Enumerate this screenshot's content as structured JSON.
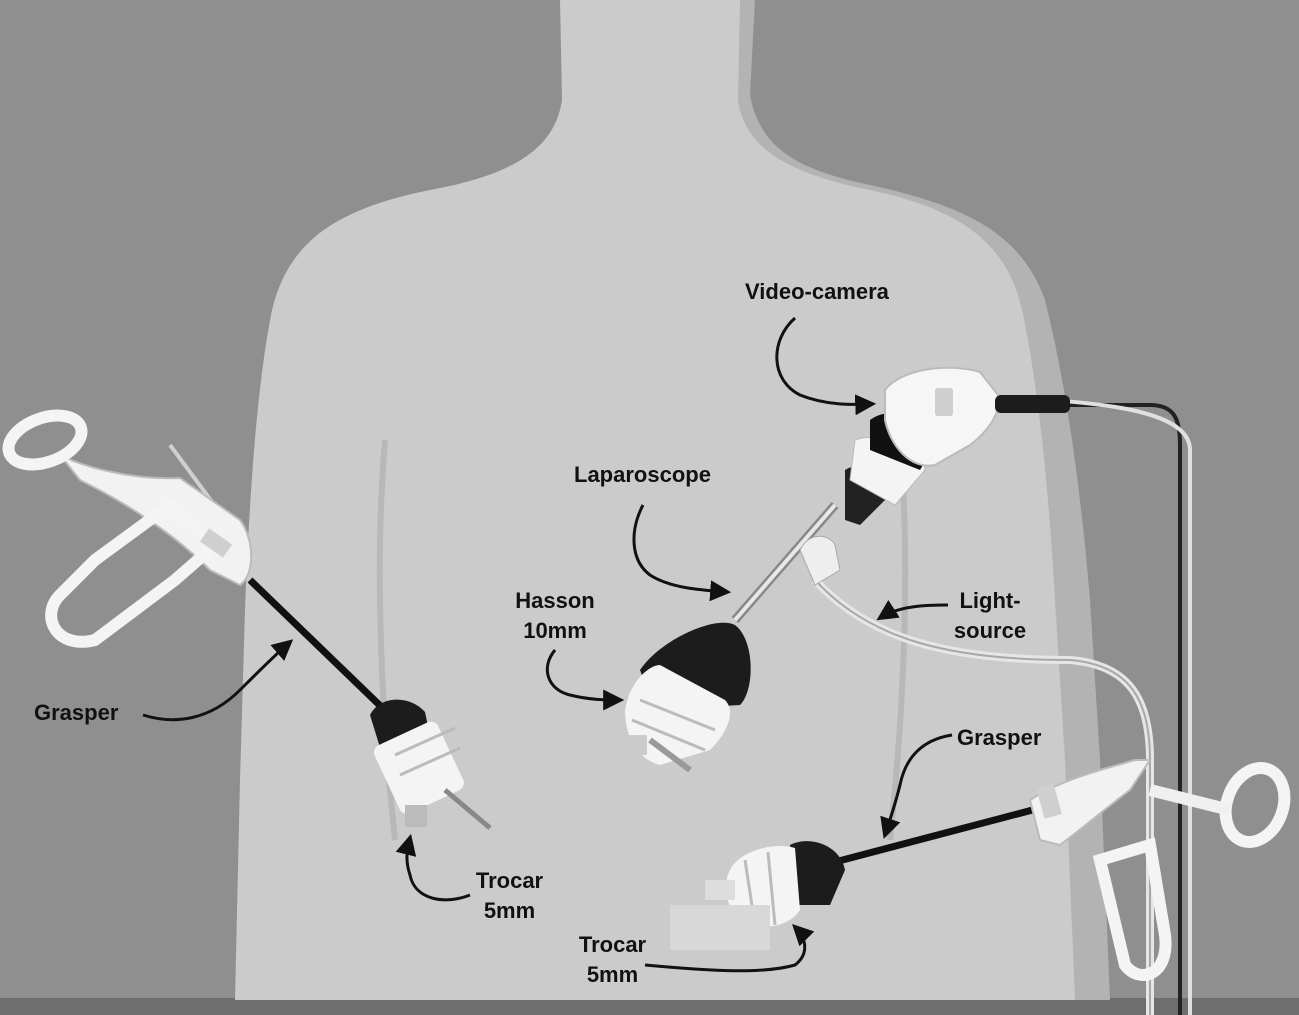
{
  "colors": {
    "background": "#8f8f8f",
    "body": "#c9c9c9",
    "body_shadow": "#b0b0b0",
    "instrument_white": "#f4f4f4",
    "instrument_dark": "#1c1c1c",
    "label_text": "#111111"
  },
  "labels": {
    "video_camera": "Video-camera",
    "laparoscope": "Laparoscope",
    "hasson_1": "Hasson",
    "hasson_2": "10mm",
    "light_source_1": "Light-",
    "light_source_2": "source",
    "grasper_left": "Grasper",
    "grasper_right": "Grasper",
    "trocar_left_1": "Trocar",
    "trocar_left_2": "5mm",
    "trocar_bottom_1": "Trocar",
    "trocar_bottom_2": "5mm"
  }
}
